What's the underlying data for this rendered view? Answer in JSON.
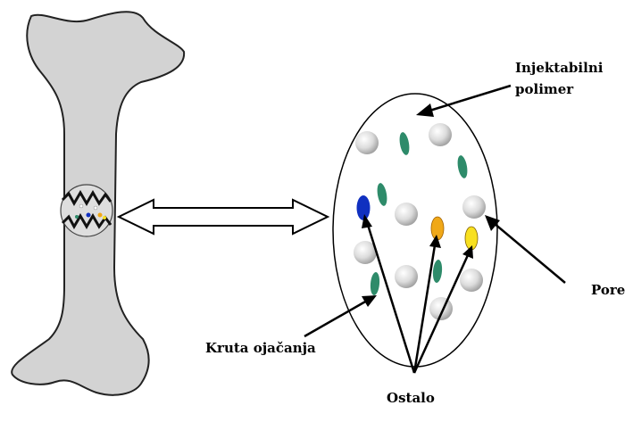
{
  "labels": {
    "injectable_line1": "Injektabilni",
    "injectable_line2": "polimer",
    "pores": "Pore",
    "rigid_reinforcement": "Kruta ojačanja",
    "other": "Ostalo"
  },
  "colors": {
    "bone_fill": "#d3d3d3",
    "pore_fill": "#e6e6e6",
    "reinforcement_green": "#2e8b6a",
    "other_blue": "#1030c0",
    "other_orange": "#f0a818",
    "other_yellow": "#f8e020"
  }
}
